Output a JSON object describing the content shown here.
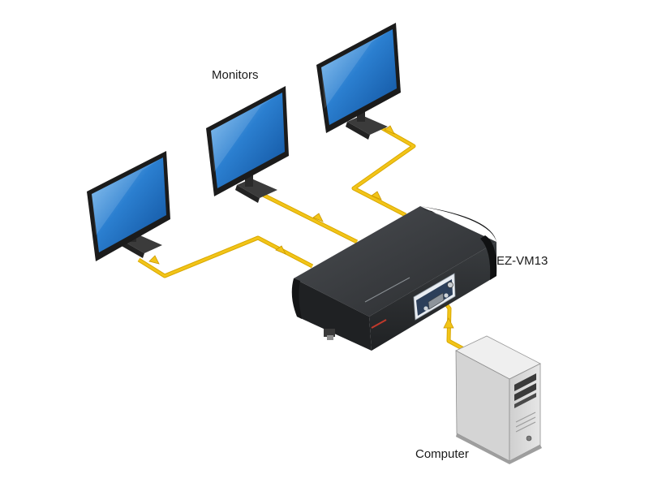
{
  "labels": {
    "monitors": "Monitors",
    "device": "EZ-VM13",
    "computer": "Computer"
  },
  "colors": {
    "cable": "#f2c418",
    "cable_edge": "#d9a800",
    "screen": "#1e72c8",
    "screen_light": "#6fb4ee",
    "bezel": "#1b1b1b",
    "device_body": "#2e3033",
    "device_top": "#3c3f42",
    "tower_body": "#d9d9d9",
    "tower_side": "#b7b7b7"
  },
  "icons": {
    "monitor": "monitor-icon",
    "splitter": "video-splitter-icon",
    "computer": "computer-tower-icon",
    "arrow": "flow-arrow-icon"
  }
}
